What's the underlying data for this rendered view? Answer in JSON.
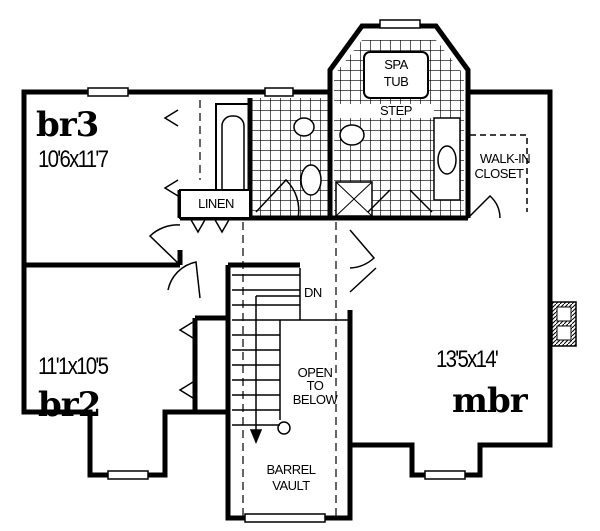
{
  "rooms": {
    "br3": {
      "name": "br3",
      "size": "10'6x11'7"
    },
    "br2": {
      "name": "br2",
      "size": "11'1x10'5"
    },
    "mbr": {
      "name": "mbr",
      "size": "13'5x14'"
    }
  },
  "labels": {
    "linen": "LINEN",
    "spa_line1": "SPA",
    "spa_line2": "TUB",
    "step": "STEP",
    "closet_line1": "WALK-IN",
    "closet_line2": "CLOSET",
    "stairs": "DN",
    "open_line1": "OPEN",
    "open_line2": "TO",
    "open_line3": "BELOW",
    "vault_line1": "BARREL",
    "vault_line2": "VAULT"
  },
  "colors": {
    "ink": "#000000",
    "paper": "#ffffff"
  }
}
